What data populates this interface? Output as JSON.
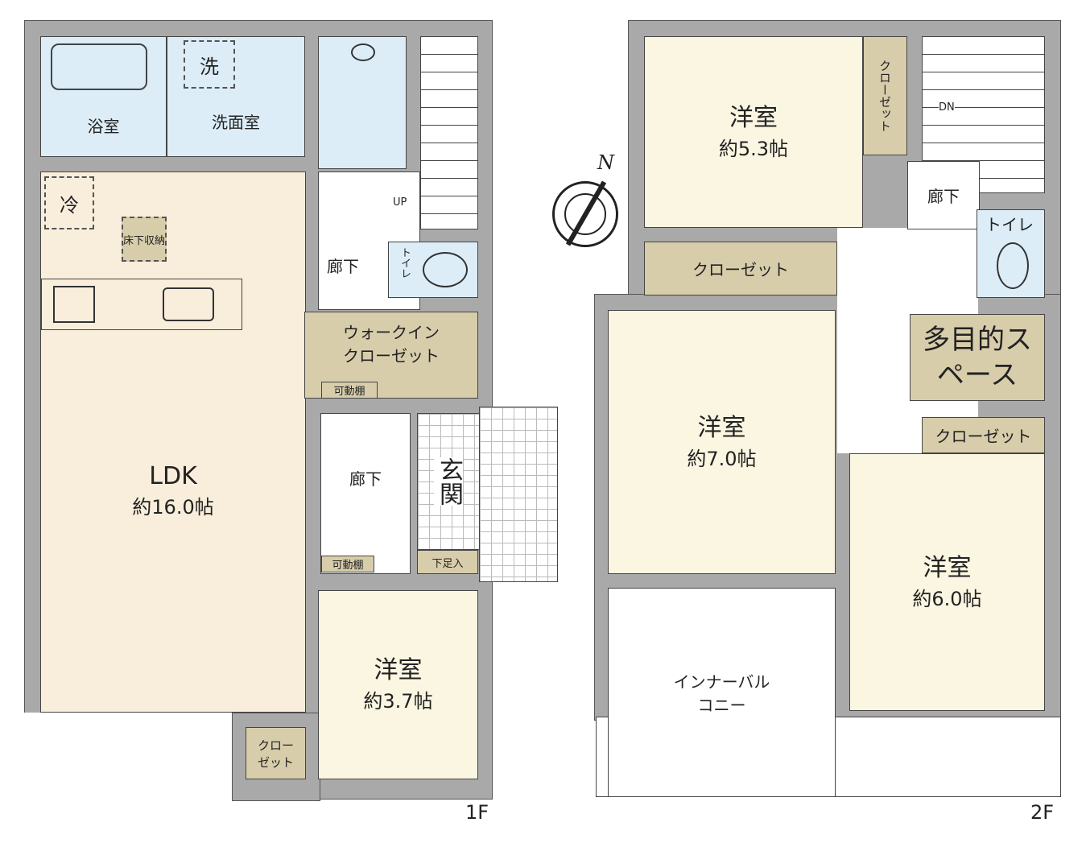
{
  "floor1": {
    "label": "1F",
    "rooms": {
      "bath": "浴室",
      "washroom": "洗面室",
      "washer": "洗",
      "fridge": "冷",
      "underfloor": "床下収納",
      "ldk_name": "LDK",
      "ldk_size": "約16.0帖",
      "hall_upper": "廊下",
      "up": "UP",
      "toilet": "トイレ",
      "wic": "ウォークインクローゼット",
      "wic_shelf": "可動棚",
      "hall_lower": "廊下",
      "hall_shelf": "可動棚",
      "entrance": "玄関",
      "shoe": "下足入",
      "bedroom_name": "洋室",
      "bedroom_size": "約3.7帖",
      "closet": "クローゼット"
    }
  },
  "floor2": {
    "label": "2F",
    "compass": "N",
    "rooms": {
      "room1_name": "洋室",
      "room1_size": "約5.3帖",
      "room1_closet": "クローゼット",
      "dn": "DN",
      "hall": "廊下",
      "toilet": "トイレ",
      "closet_mid": "クローゼット",
      "room2_name": "洋室",
      "room2_size": "約7.0帖",
      "multi": "多目的スペース",
      "closet_right": "クローゼット",
      "room3_name": "洋室",
      "room3_size": "約6.0帖",
      "balcony": "インナーバルコニー"
    }
  }
}
